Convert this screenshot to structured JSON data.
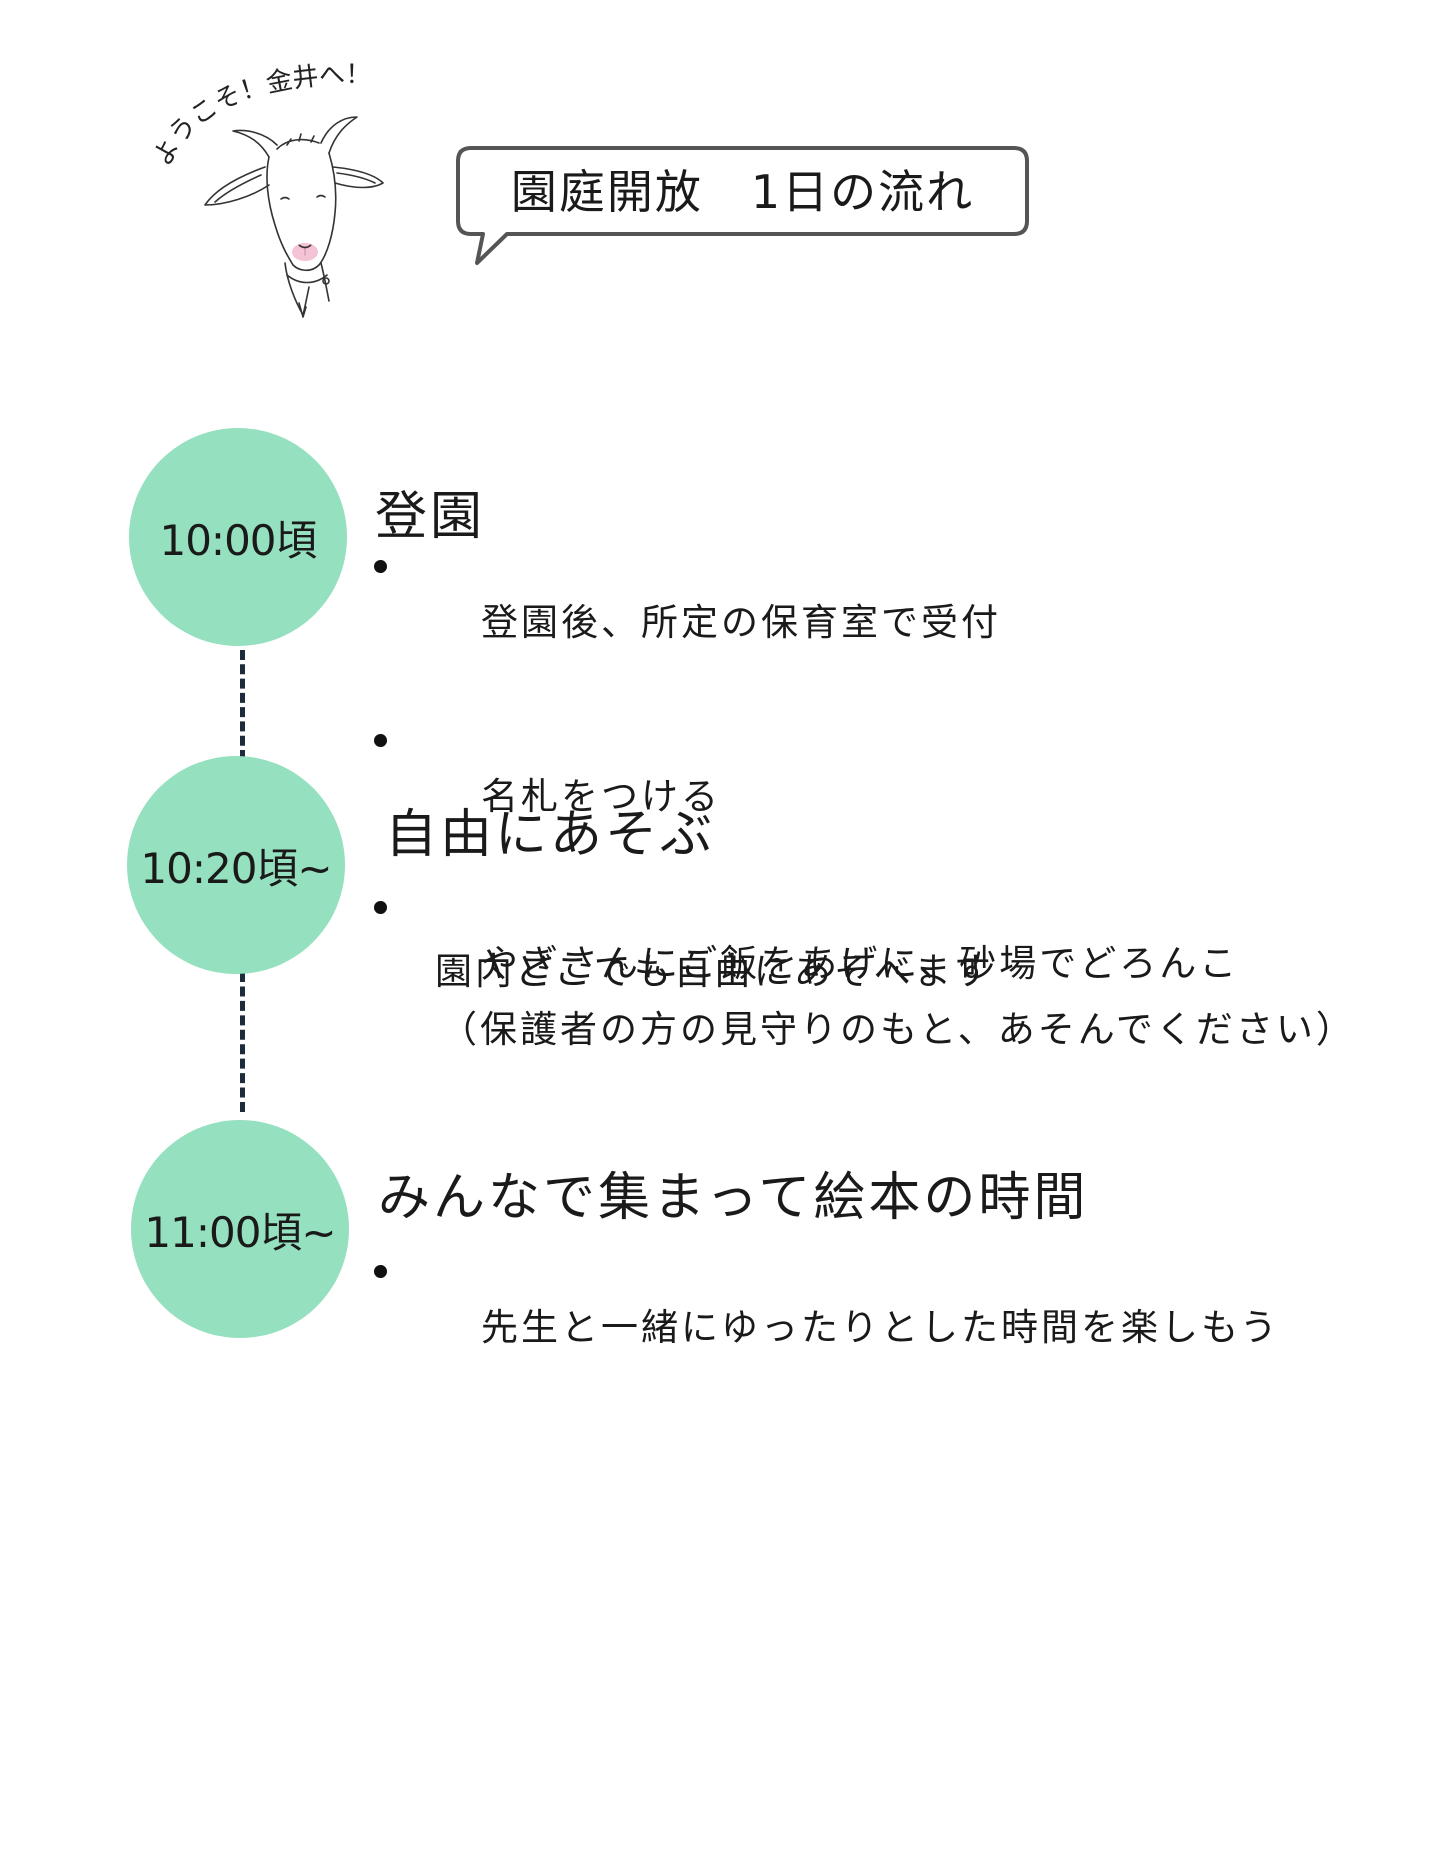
{
  "header": {
    "greeting": "ようこそ！金井へ！",
    "title": "園庭開放　1日の流れ"
  },
  "schedule": [
    {
      "time": "10:00頃",
      "title": "登園",
      "bullets": [
        "登園後、所定の保育室で受付",
        "名札をつける"
      ]
    },
    {
      "time": "10:20頃~",
      "title": "自由にあそぶ",
      "bullets": [
        "やぎさんにご飯をあげに、砂場でどろんこ"
      ],
      "continuation": [
        "園内どこでも自由にあそべます",
        "（保護者の方の見守りのもと、あそんでください）"
      ]
    },
    {
      "time": "11:00頃~",
      "title": "みんなで集まって絵本の時間",
      "bullets": [
        "先生と一緒にゆったりとした時間を楽しもう"
      ]
    }
  ],
  "colors": {
    "circle": "#95e0bf",
    "connector": "#1d2b3a",
    "bubble_border": "#555555",
    "goat_nose": "#f2b8cf"
  },
  "icons": {
    "mascot": "goat-icon",
    "bullet": "bullet-dot-icon"
  }
}
